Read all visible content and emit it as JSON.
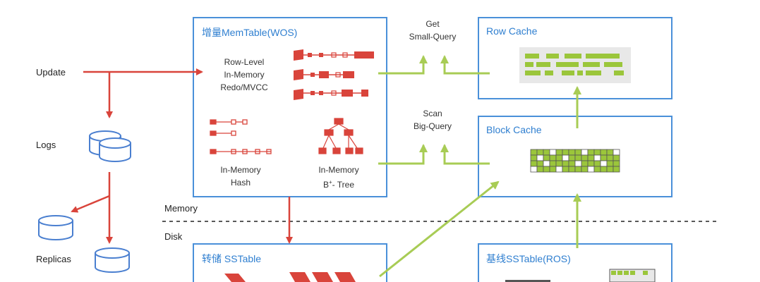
{
  "left": {
    "update": "Update",
    "logs": "Logs",
    "replicas": "Replicas"
  },
  "boxes": {
    "wos_title": "增量MemTable(WOS)",
    "row_cache_title": "Row Cache",
    "block_cache_title": "Block Cache",
    "sstable_title": "转储 SSTable",
    "ros_title": "基线SSTable(ROS)"
  },
  "wos": {
    "row_level_lines": [
      "Row-Level",
      "In-Memory",
      "Redo/MVCC"
    ],
    "hash_lines": [
      "In-Memory",
      "Hash"
    ],
    "btree_line1": "In-Memory",
    "btree_b": "B",
    "btree_sup": "+",
    "btree_rest": "- Tree"
  },
  "queries": {
    "small_line1": "Get",
    "small_line2": "Small-Query",
    "big_line1": "Scan",
    "big_line2": "Big-Query"
  },
  "layers": {
    "memory": "Memory",
    "disk": "Disk"
  },
  "colors": {
    "blue": "#2f7fd0",
    "red": "#d9443b",
    "green": "#a8cc55",
    "cache_green": "#9bc63b",
    "grey": "#e8e8e8"
  }
}
